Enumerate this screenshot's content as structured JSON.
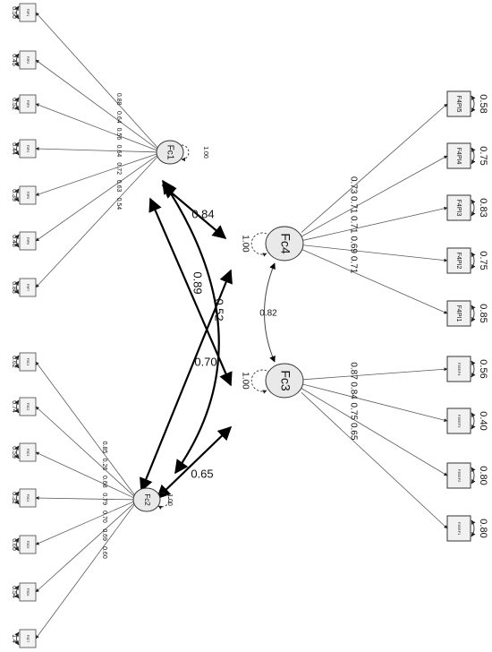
{
  "factors": {
    "fc1": {
      "name": "Fc1",
      "variance": "1.00"
    },
    "fc2": {
      "name": "Fc2",
      "variance": "1.00"
    },
    "fc3": {
      "name": "Fc3",
      "variance": "1.00"
    },
    "fc4": {
      "name": "Fc4",
      "variance": "1.00"
    }
  },
  "fc1_items": [
    {
      "label": "F3F1",
      "residual": "0.50",
      "loading": "0.88"
    },
    {
      "label": "F3F2",
      "residual": "0.45",
      "loading": "0.64"
    },
    {
      "label": "F3F3",
      "residual": "0.52",
      "loading": "0.56"
    },
    {
      "label": "F3F4",
      "residual": "0.44",
      "loading": "0.64"
    },
    {
      "label": "F3F5",
      "residual": "0.39",
      "loading": "0.72"
    },
    {
      "label": "F3F6",
      "residual": "0.48",
      "loading": "0.63"
    },
    {
      "label": "F3F7",
      "residual": "0.88",
      "loading": "0.54"
    }
  ],
  "fc2_items": [
    {
      "label": "F3C1",
      "residual": "0.62",
      "loading": "0.85"
    },
    {
      "label": "F3C2",
      "residual": "0.74",
      "loading": "0.26"
    },
    {
      "label": "F3C3",
      "residual": "0.59",
      "loading": "0.68"
    },
    {
      "label": "F3C4",
      "residual": "0.32",
      "loading": "0.79"
    },
    {
      "label": "F3C5",
      "residual": "0.60",
      "loading": "0.70"
    },
    {
      "label": "F3C6",
      "residual": "0.54",
      "loading": "0.69"
    },
    {
      "label": "F3C7",
      "residual": "1.4",
      "loading": "0.60"
    }
  ],
  "fc4_items": [
    {
      "label": "F4PI5",
      "residual": "0.58",
      "loading": "0.73"
    },
    {
      "label": "F4PI4",
      "residual": "0.75",
      "loading": "0.71"
    },
    {
      "label": "F4PI3",
      "residual": "0.83",
      "loading": "0.71"
    },
    {
      "label": "F4PI2",
      "residual": "0.75",
      "loading": "0.69"
    },
    {
      "label": "F4PI1",
      "residual": "0.85",
      "loading": "0.71"
    }
  ],
  "fc3_items": [
    {
      "label": "F3EEF4",
      "residual": "0.56",
      "loading": "0.87"
    },
    {
      "label": "F3EEF3",
      "residual": "0.40",
      "loading": "0.84"
    },
    {
      "label": "F3EEF2",
      "residual": "0.80",
      "loading": "0.75"
    },
    {
      "label": "F3EEF1",
      "residual": "0.80",
      "loading": "0.65"
    }
  ],
  "covariances": [
    {
      "pair": "Fc1-Fc4",
      "value": "0.84"
    },
    {
      "pair": "Fc1-Fc3",
      "value": "0.89"
    },
    {
      "pair": "Fc2-Fc4",
      "value": "0.52"
    },
    {
      "pair": "Fc1-Fc2",
      "value": "0.70"
    },
    {
      "pair": "Fc2-Fc3",
      "value": "0.65"
    },
    {
      "pair": "Fc4-Fc3",
      "value": "0.82"
    }
  ]
}
